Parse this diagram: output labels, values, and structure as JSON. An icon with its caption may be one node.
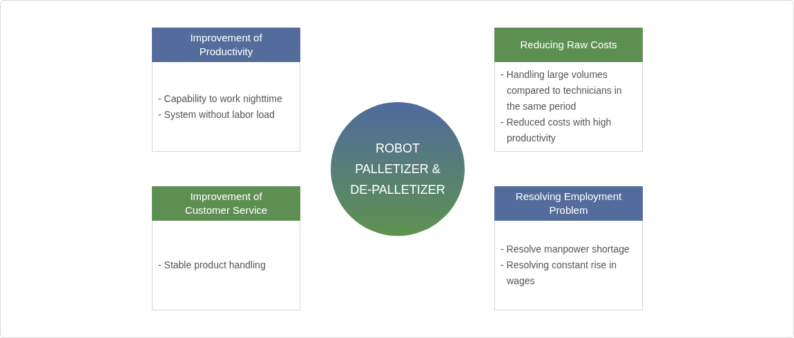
{
  "diagram": {
    "nodes": [
      {
        "text": [
          "Improvement of Productivity",
          "- Capability to work nighttime",
          "- System without labor load"
        ]
      },
      {
        "text": [
          "Reducing Raw Costs",
          "- Handling large volumes compared to technicians in the same period",
          "- Reduced costs with high productivity"
        ]
      },
      {
        "text": [
          "ROBOT PALLETIZER & DE-PALLETIZER"
        ]
      },
      {
        "text": [
          "Improvement of Customer Service",
          "- Stable product handling"
        ]
      },
      {
        "text": [
          "Resolving Employment Problem",
          "- Resolve manpower shortage",
          "- Resolving constant rise in wages"
        ]
      }
    ]
  }
}
